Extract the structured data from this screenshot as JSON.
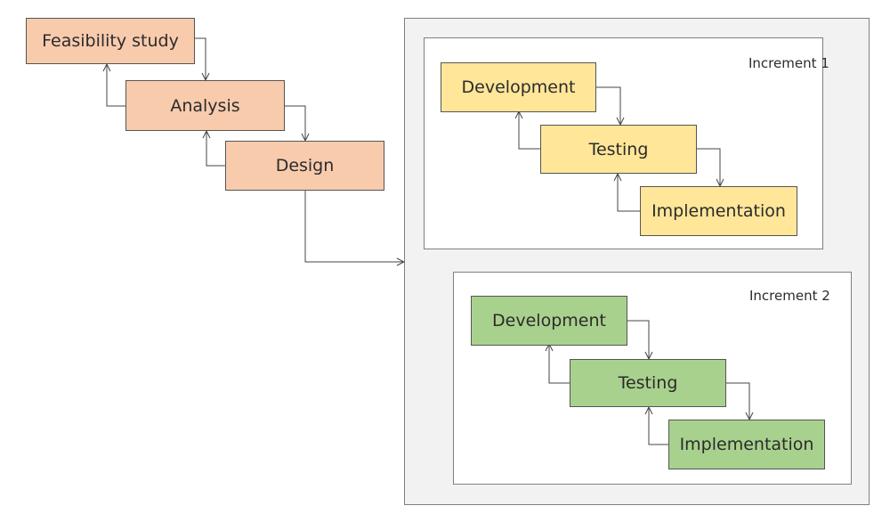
{
  "waterfall": {
    "feasibility": "Feasibility study",
    "analysis": "Analysis",
    "design": "Design"
  },
  "increment1": {
    "label": "Increment 1",
    "development": "Development",
    "testing": "Testing",
    "implementation": "Implementation"
  },
  "increment2": {
    "label": "Increment 2",
    "development": "Development",
    "testing": "Testing",
    "implementation": "Implementation"
  },
  "colors": {
    "waterfall_fill": "#f8cbad",
    "increment1_fill": "#ffe699",
    "increment2_fill": "#a9d18e",
    "container_fill": "#f2f2f2"
  }
}
